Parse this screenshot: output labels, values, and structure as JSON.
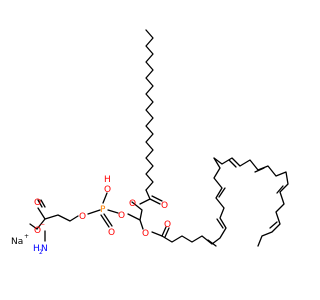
{
  "molecule": {
    "atoms": {
      "na": "Na",
      "na_charge": "+",
      "o_carboxylate": "O",
      "o_carboxylate_charge": "−",
      "o_carbonyl_serine": "O",
      "n_amine": "N",
      "h_amine": "H",
      "h_amine_sub": "2",
      "o_serine_ester": "O",
      "p_phosphate": "P",
      "o_phosphate_double": "O",
      "o_phosphate_hydroxyl": "O",
      "h_phosphate_hydroxyl": "H",
      "o_phosphate_glycerol": "O",
      "o_ester_sn1": "O",
      "o_carbonyl_sn1": "O",
      "o_ester_sn2": "O",
      "o_carbonyl_sn2": "O"
    },
    "colors": {
      "bond": "#000000",
      "oxygen": "#ff0000",
      "nitrogen": "#0000ff",
      "phosphorus": "#ff8000",
      "sodium": "#000000"
    }
  }
}
